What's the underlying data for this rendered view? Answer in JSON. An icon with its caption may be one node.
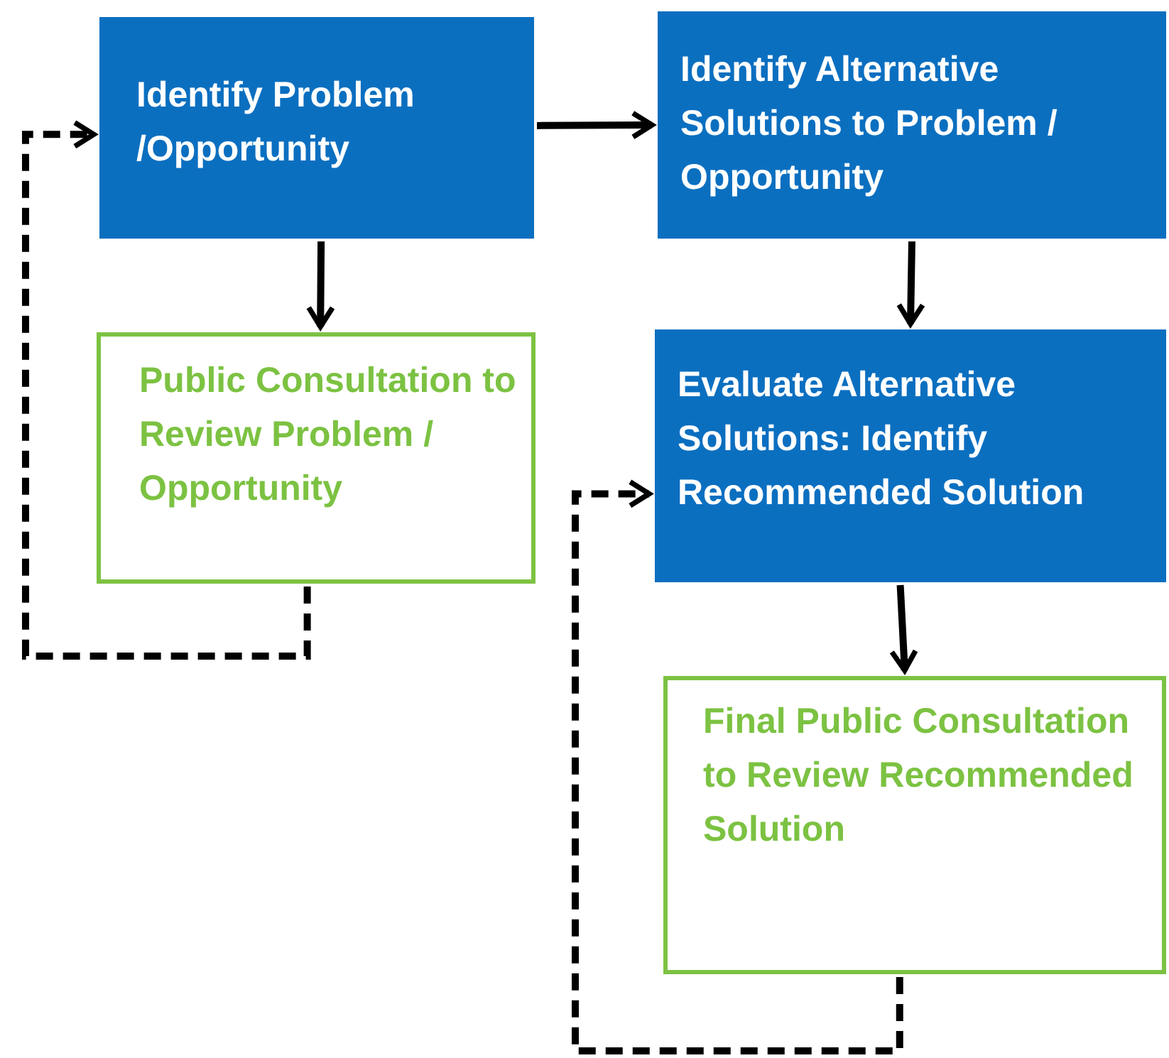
{
  "diagram": {
    "nodes": [
      {
        "text": [
          "Identify Problem /Opportunity"
        ]
      },
      {
        "text": [
          "Identify Alternative Solutions to Problem / Opportunity"
        ]
      },
      {
        "text": [
          "Public Consultation to Review Problem / Opportunity"
        ]
      },
      {
        "text": [
          "Evaluate Alternative Solutions: Identify Recommended Solution"
        ]
      },
      {
        "text": [
          "Final Public Consultation to Review Recommended Solution"
        ]
      }
    ],
    "edges": [
      {
        "from": 0,
        "to": 1,
        "arrow": "to"
      },
      {
        "from": 0,
        "to": 2,
        "arrow": "to"
      },
      {
        "from": 1,
        "to": 3,
        "arrow": "to"
      },
      {
        "from": 3,
        "to": 4,
        "arrow": "to"
      },
      {
        "from": 2,
        "to": 0,
        "arrow": "to",
        "style": "dashed"
      },
      {
        "from": 4,
        "to": 3,
        "arrow": "to",
        "style": "dashed"
      }
    ]
  }
}
